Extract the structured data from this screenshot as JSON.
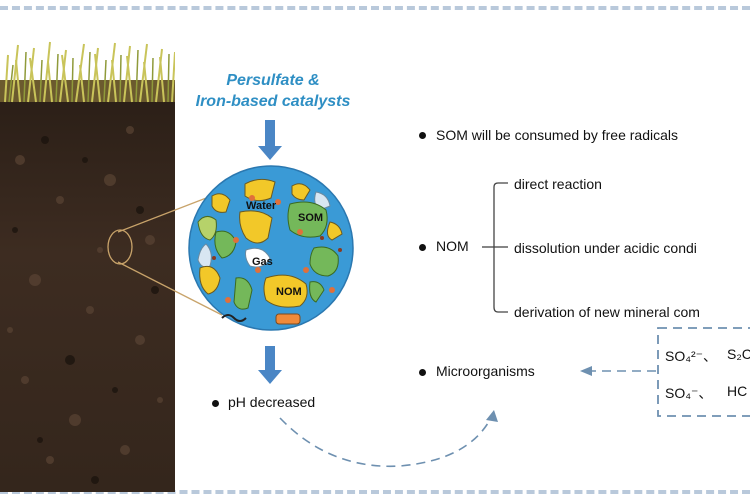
{
  "catalyst": {
    "line1": "Persulfate &",
    "line2": "Iron-based catalysts"
  },
  "pore_labels": {
    "water": "Water",
    "som": "SOM",
    "gas": "Gas",
    "nom": "NOM"
  },
  "ph": "pH decreased",
  "effects": {
    "som": "SOM will be consumed by free radicals",
    "nom": "NOM",
    "microorganisms": "Microorganisms"
  },
  "nom_branches": [
    "direct reaction",
    "dissolution under acidic condi",
    "derivation of new mineral com"
  ],
  "radicals": {
    "row1_a": "SO₄²⁻、",
    "row1_b": "S₂C",
    "row2_a": "SO₄⁻、",
    "row2_b": "HC"
  },
  "colors": {
    "accent_blue": "#2f8fc4",
    "dashed_gray": "#7a9bb5",
    "soil_dark": "#3a2a1f",
    "grass": "#b8b64a"
  }
}
